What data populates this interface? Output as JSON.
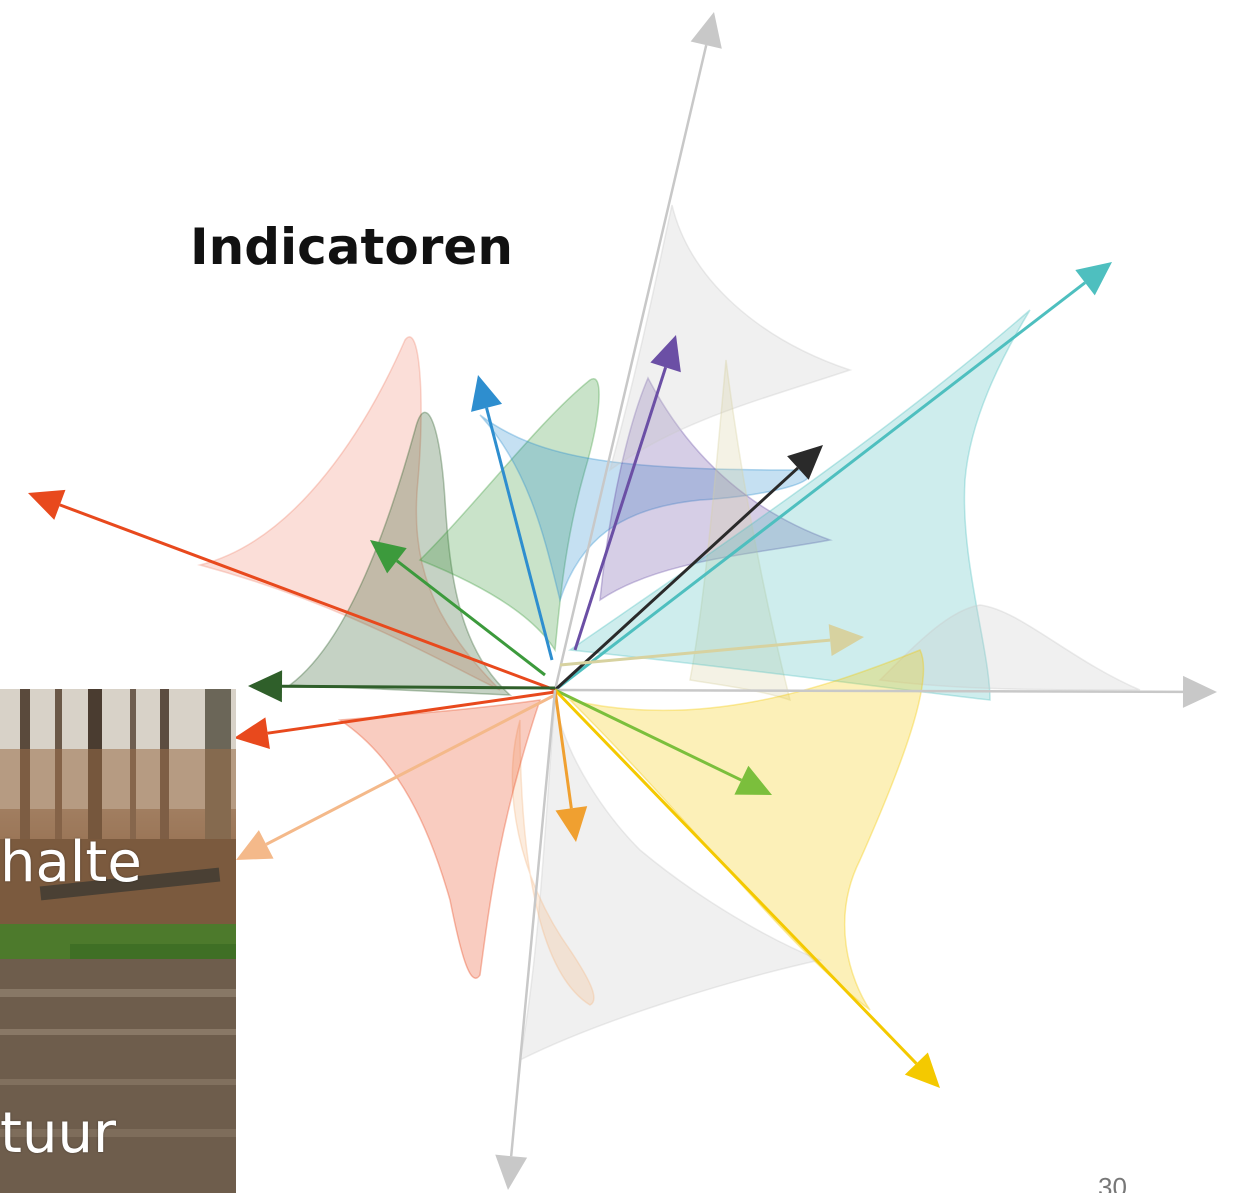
{
  "slide": {
    "title": "Indicatoren",
    "page_number": "30"
  },
  "photo": {
    "word_1": "halte",
    "word_2": "tuur",
    "subject": "stream-in-forest-photo"
  },
  "colors": {
    "red": "#e8491d",
    "salmon": "#f08a73",
    "dark_green": "#2f5f2a",
    "green": "#3c9a3c",
    "light_green": "#7bbf3c",
    "blue": "#2e8ecf",
    "purple": "#6b4fa5",
    "teal": "#4ebfbf",
    "black": "#2a2a2a",
    "gray": "#c8c8c8",
    "yellow": "#f4c900",
    "orange": "#f0a030",
    "peach": "#f4b98a",
    "khaki": "#d7d2a0"
  },
  "arrows": [
    {
      "name": "gray-up-arrow",
      "color": "gray"
    },
    {
      "name": "teal-arrow",
      "color": "teal"
    },
    {
      "name": "purple-arrow",
      "color": "purple"
    },
    {
      "name": "blue-arrow",
      "color": "blue"
    },
    {
      "name": "black-arrow",
      "color": "black"
    },
    {
      "name": "red-upper-arrow",
      "color": "red"
    },
    {
      "name": "green-arrow",
      "color": "green"
    },
    {
      "name": "dark-green-arrow",
      "color": "dark_green"
    },
    {
      "name": "red-lower-arrow",
      "color": "red"
    },
    {
      "name": "peach-arrow",
      "color": "peach"
    },
    {
      "name": "gray-right-arrow",
      "color": "gray"
    },
    {
      "name": "khaki-arrow",
      "color": "khaki"
    },
    {
      "name": "light-green-arrow",
      "color": "light_green"
    },
    {
      "name": "yellow-arrow",
      "color": "yellow"
    },
    {
      "name": "orange-arrow",
      "color": "orange"
    },
    {
      "name": "gray-down-arrow",
      "color": "gray"
    }
  ],
  "distributions": [
    {
      "name": "salmon-distribution",
      "color": "salmon"
    },
    {
      "name": "dark-green-distribution",
      "color": "dark_green"
    },
    {
      "name": "light-green-distribution",
      "color": "green"
    },
    {
      "name": "blue-distribution",
      "color": "blue"
    },
    {
      "name": "purple-distribution",
      "color": "purple"
    },
    {
      "name": "gray-top-distribution",
      "color": "gray"
    },
    {
      "name": "pale-yellow-distribution",
      "color": "khaki"
    },
    {
      "name": "teal-distribution",
      "color": "teal"
    },
    {
      "name": "gray-right-distribution",
      "color": "gray"
    },
    {
      "name": "yellow-distribution",
      "color": "yellow"
    },
    {
      "name": "gray-bottom-distribution",
      "color": "gray"
    },
    {
      "name": "peach-distribution",
      "color": "peach"
    },
    {
      "name": "red-lower-distribution",
      "color": "red"
    }
  ]
}
